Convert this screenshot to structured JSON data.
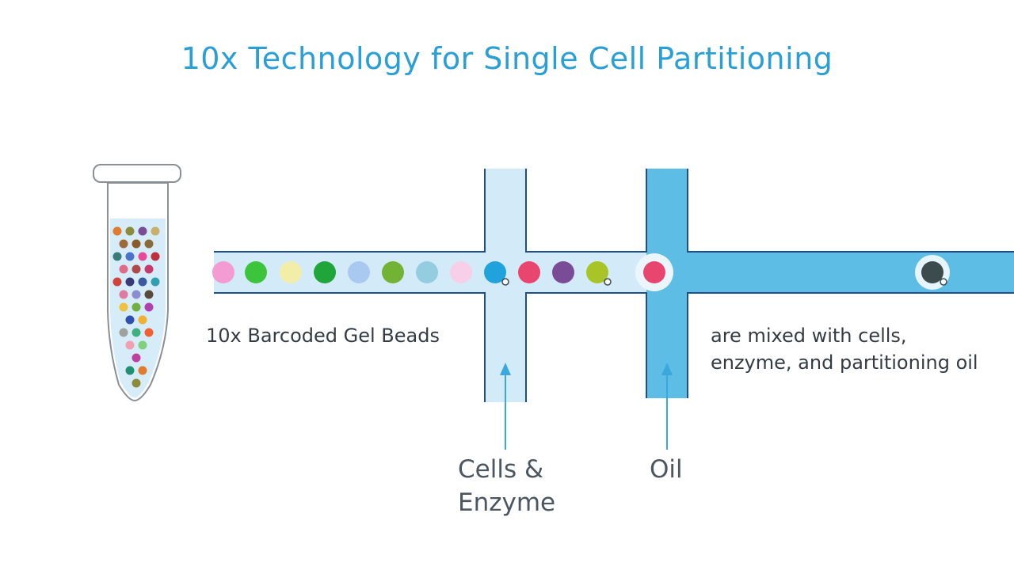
{
  "title": "10x Technology for Single Cell Partitioning",
  "labels": {
    "beads": "10x Barcoded Gel Beads",
    "mixed": [
      "are mixed with cells,",
      "enzyme, and partitioning oil"
    ],
    "cells": [
      "Cells &",
      "Enzyme"
    ],
    "oil": "Oil"
  },
  "colors": {
    "title": "#2a9fd6",
    "channel_light": "#d3ebf8",
    "channel_oil": "#5dbde5",
    "arrow": "#3aa8dc"
  },
  "channel_beads": [
    "#f39bd2",
    "#3dc43d",
    "#f2eeaa",
    "#1fa53a",
    "#a9c9f0",
    "#72b336",
    "#94cde0",
    "#f7cfe8",
    "#20a3dc",
    "#e8466e",
    "#7a4c97",
    "#a9c427",
    "#e8466e",
    "#3c4c4e"
  ],
  "tube_beads": [
    "#e07a2e",
    "#8b8b3a",
    "#7a4c97",
    "#c9b06a",
    "#9e6a3a",
    "#8b5a2b",
    "#8b6a3a",
    "#3a7a7a",
    "#4a73c9",
    "#e84a9a",
    "#c0303a",
    "#e06a8a",
    "#b04a4a",
    "#c43a6a",
    "#d0423a",
    "#3a3a7a",
    "#3a5aa0",
    "#30a0b0",
    "#e07aa0",
    "#8c8cd0",
    "#5a4a3a",
    "#f0c040",
    "#70b040",
    "#b040b0",
    "#3050b0",
    "#f0b030",
    "#a0a0a0",
    "#40b080",
    "#f06030",
    "#f0a0b0",
    "#80d080",
    "#c040a0",
    "#209070"
  ]
}
